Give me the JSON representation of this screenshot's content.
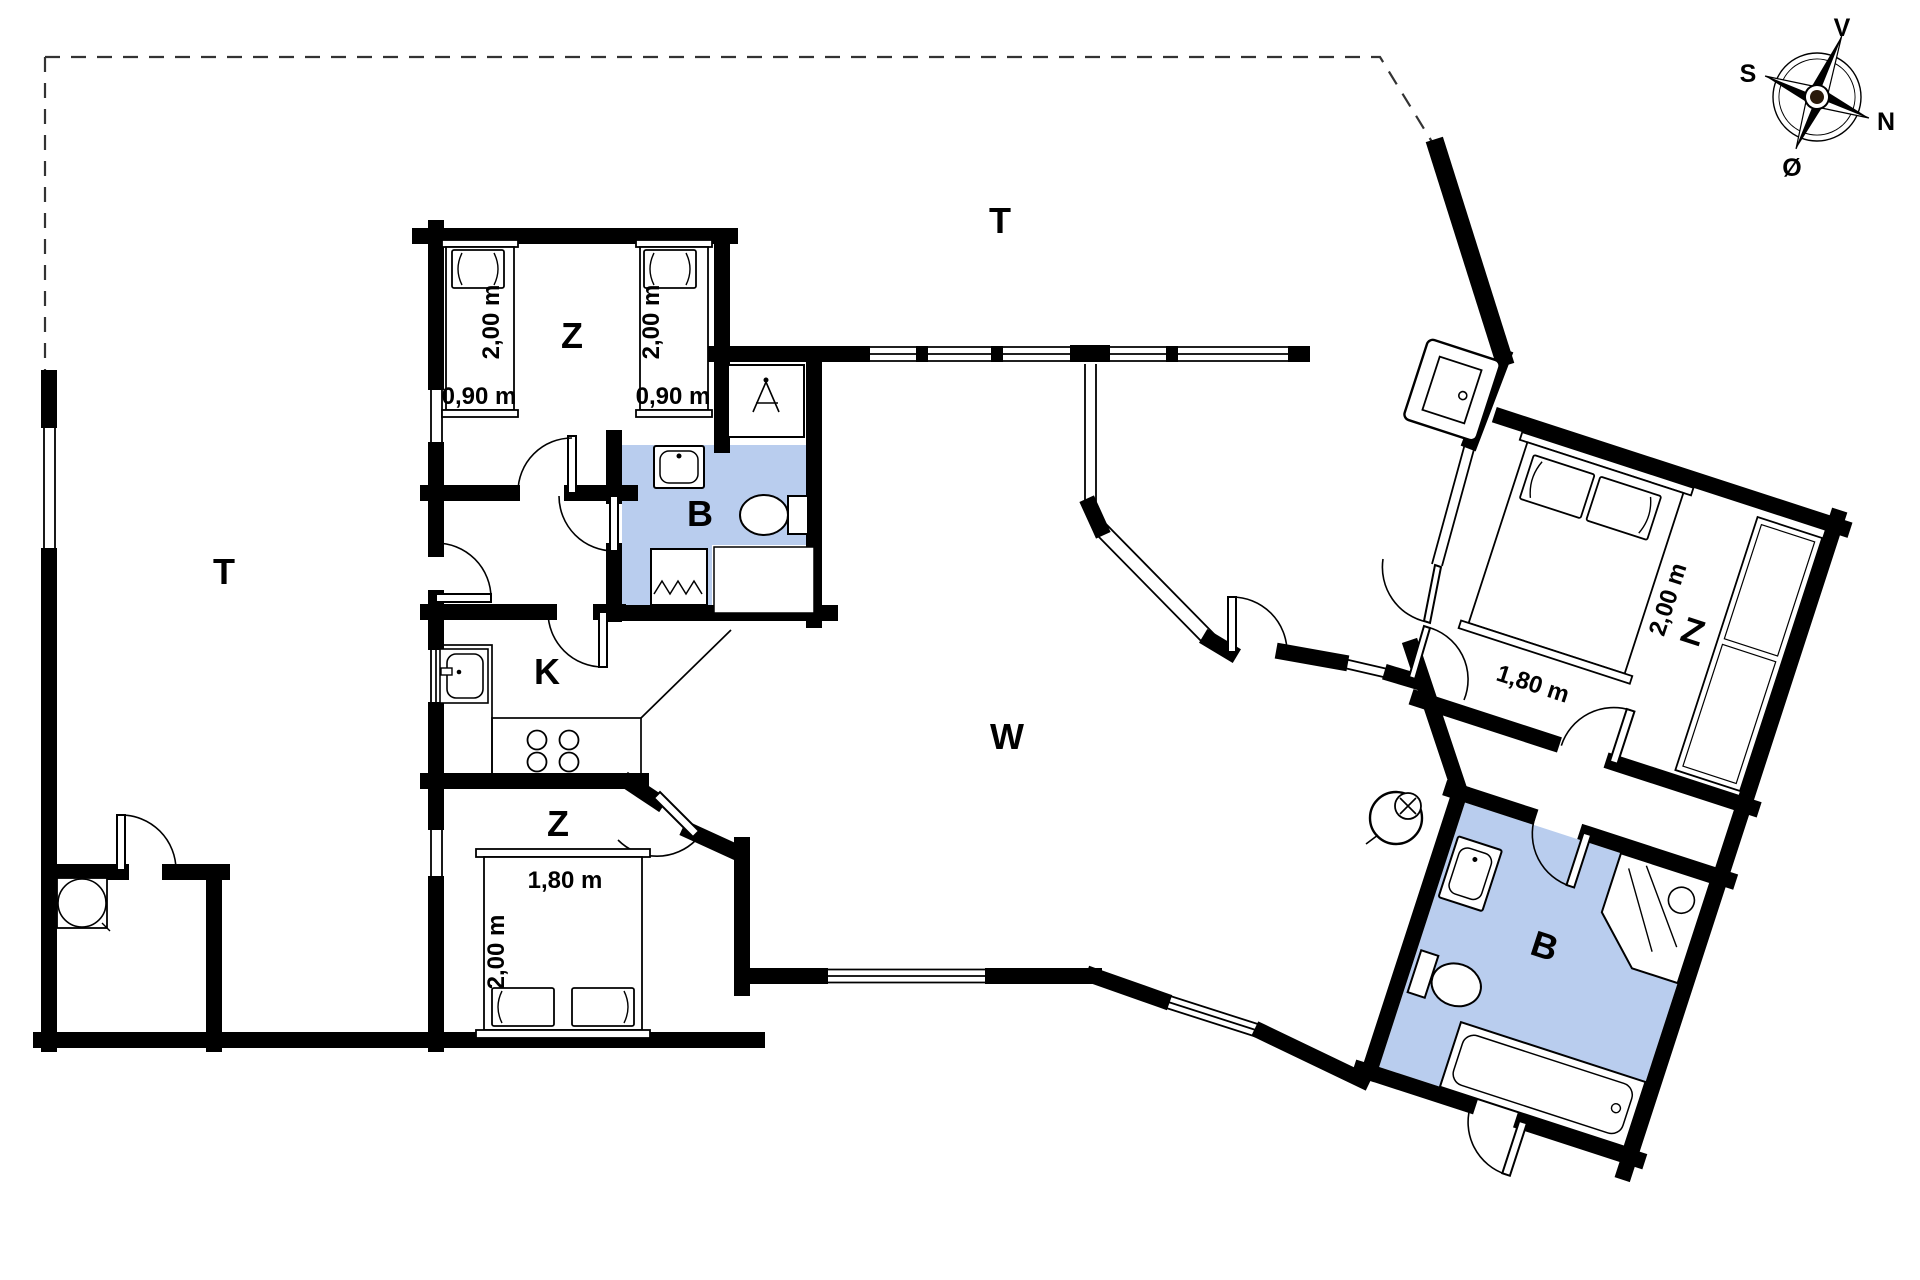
{
  "colors": {
    "wall": "#000000",
    "bathroom_floor": "#b9cdee",
    "background": "#ffffff"
  },
  "compass": {
    "north": "N",
    "south": "S",
    "east": "Ø",
    "west": "V"
  },
  "rooms": {
    "bedroom_top_left": "Z",
    "bathroom_top": "B",
    "kitchen": "K",
    "bedroom_bottom_left": "Z",
    "living_room": "W",
    "bedroom_right": "Z",
    "bathroom_right": "B",
    "terrace_north": "T",
    "terrace_west": "T"
  },
  "dimensions": {
    "bed_single_left_length": "2,00 m",
    "bed_single_left_width": "0,90 m",
    "bed_single_right_length": "2,00 m",
    "bed_single_right_width": "0,90 m",
    "bed_double_left_width": "1,80 m",
    "bed_double_left_length": "2,00 m",
    "bed_double_right_length": "2,00 m",
    "bed_double_right_width": "1,80 m"
  }
}
